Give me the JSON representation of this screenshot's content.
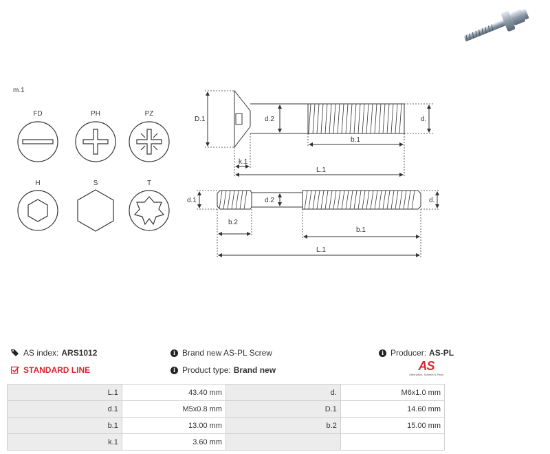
{
  "labels": {
    "m1": "m.1",
    "heads": [
      "FD",
      "PH",
      "PZ",
      "H",
      "S",
      "T"
    ],
    "dims": {
      "D1": "D.1",
      "d2": "d.2",
      "d": "d.",
      "b1": "b.1",
      "k1": "k.1",
      "L1": "L.1",
      "d1": "d.1",
      "b2": "b.2"
    }
  },
  "info": {
    "as_index_label": "AS index:",
    "as_index_value": "ARS1012",
    "standard_line": "STANDARD LINE",
    "description": "Brand new AS-PL Screw",
    "product_type_label": "Product type:",
    "product_type_value": "Brand new",
    "producer_label": "Producer:",
    "producer_value": "AS-PL",
    "logo_text": "AS",
    "logo_tagline": "Alternators, Starters & Parts"
  },
  "colors": {
    "accent": "#d7282f",
    "line": "#333333"
  },
  "specs": [
    [
      "L.1",
      "43.40 mm",
      "d.",
      "M6x1.0 mm"
    ],
    [
      "d.1",
      "M5x0.8 mm",
      "D.1",
      "14.60 mm"
    ],
    [
      "b.1",
      "13.00 mm",
      "b.2",
      "15.00 mm"
    ],
    [
      "k.1",
      "3.60 mm",
      "",
      ""
    ]
  ]
}
